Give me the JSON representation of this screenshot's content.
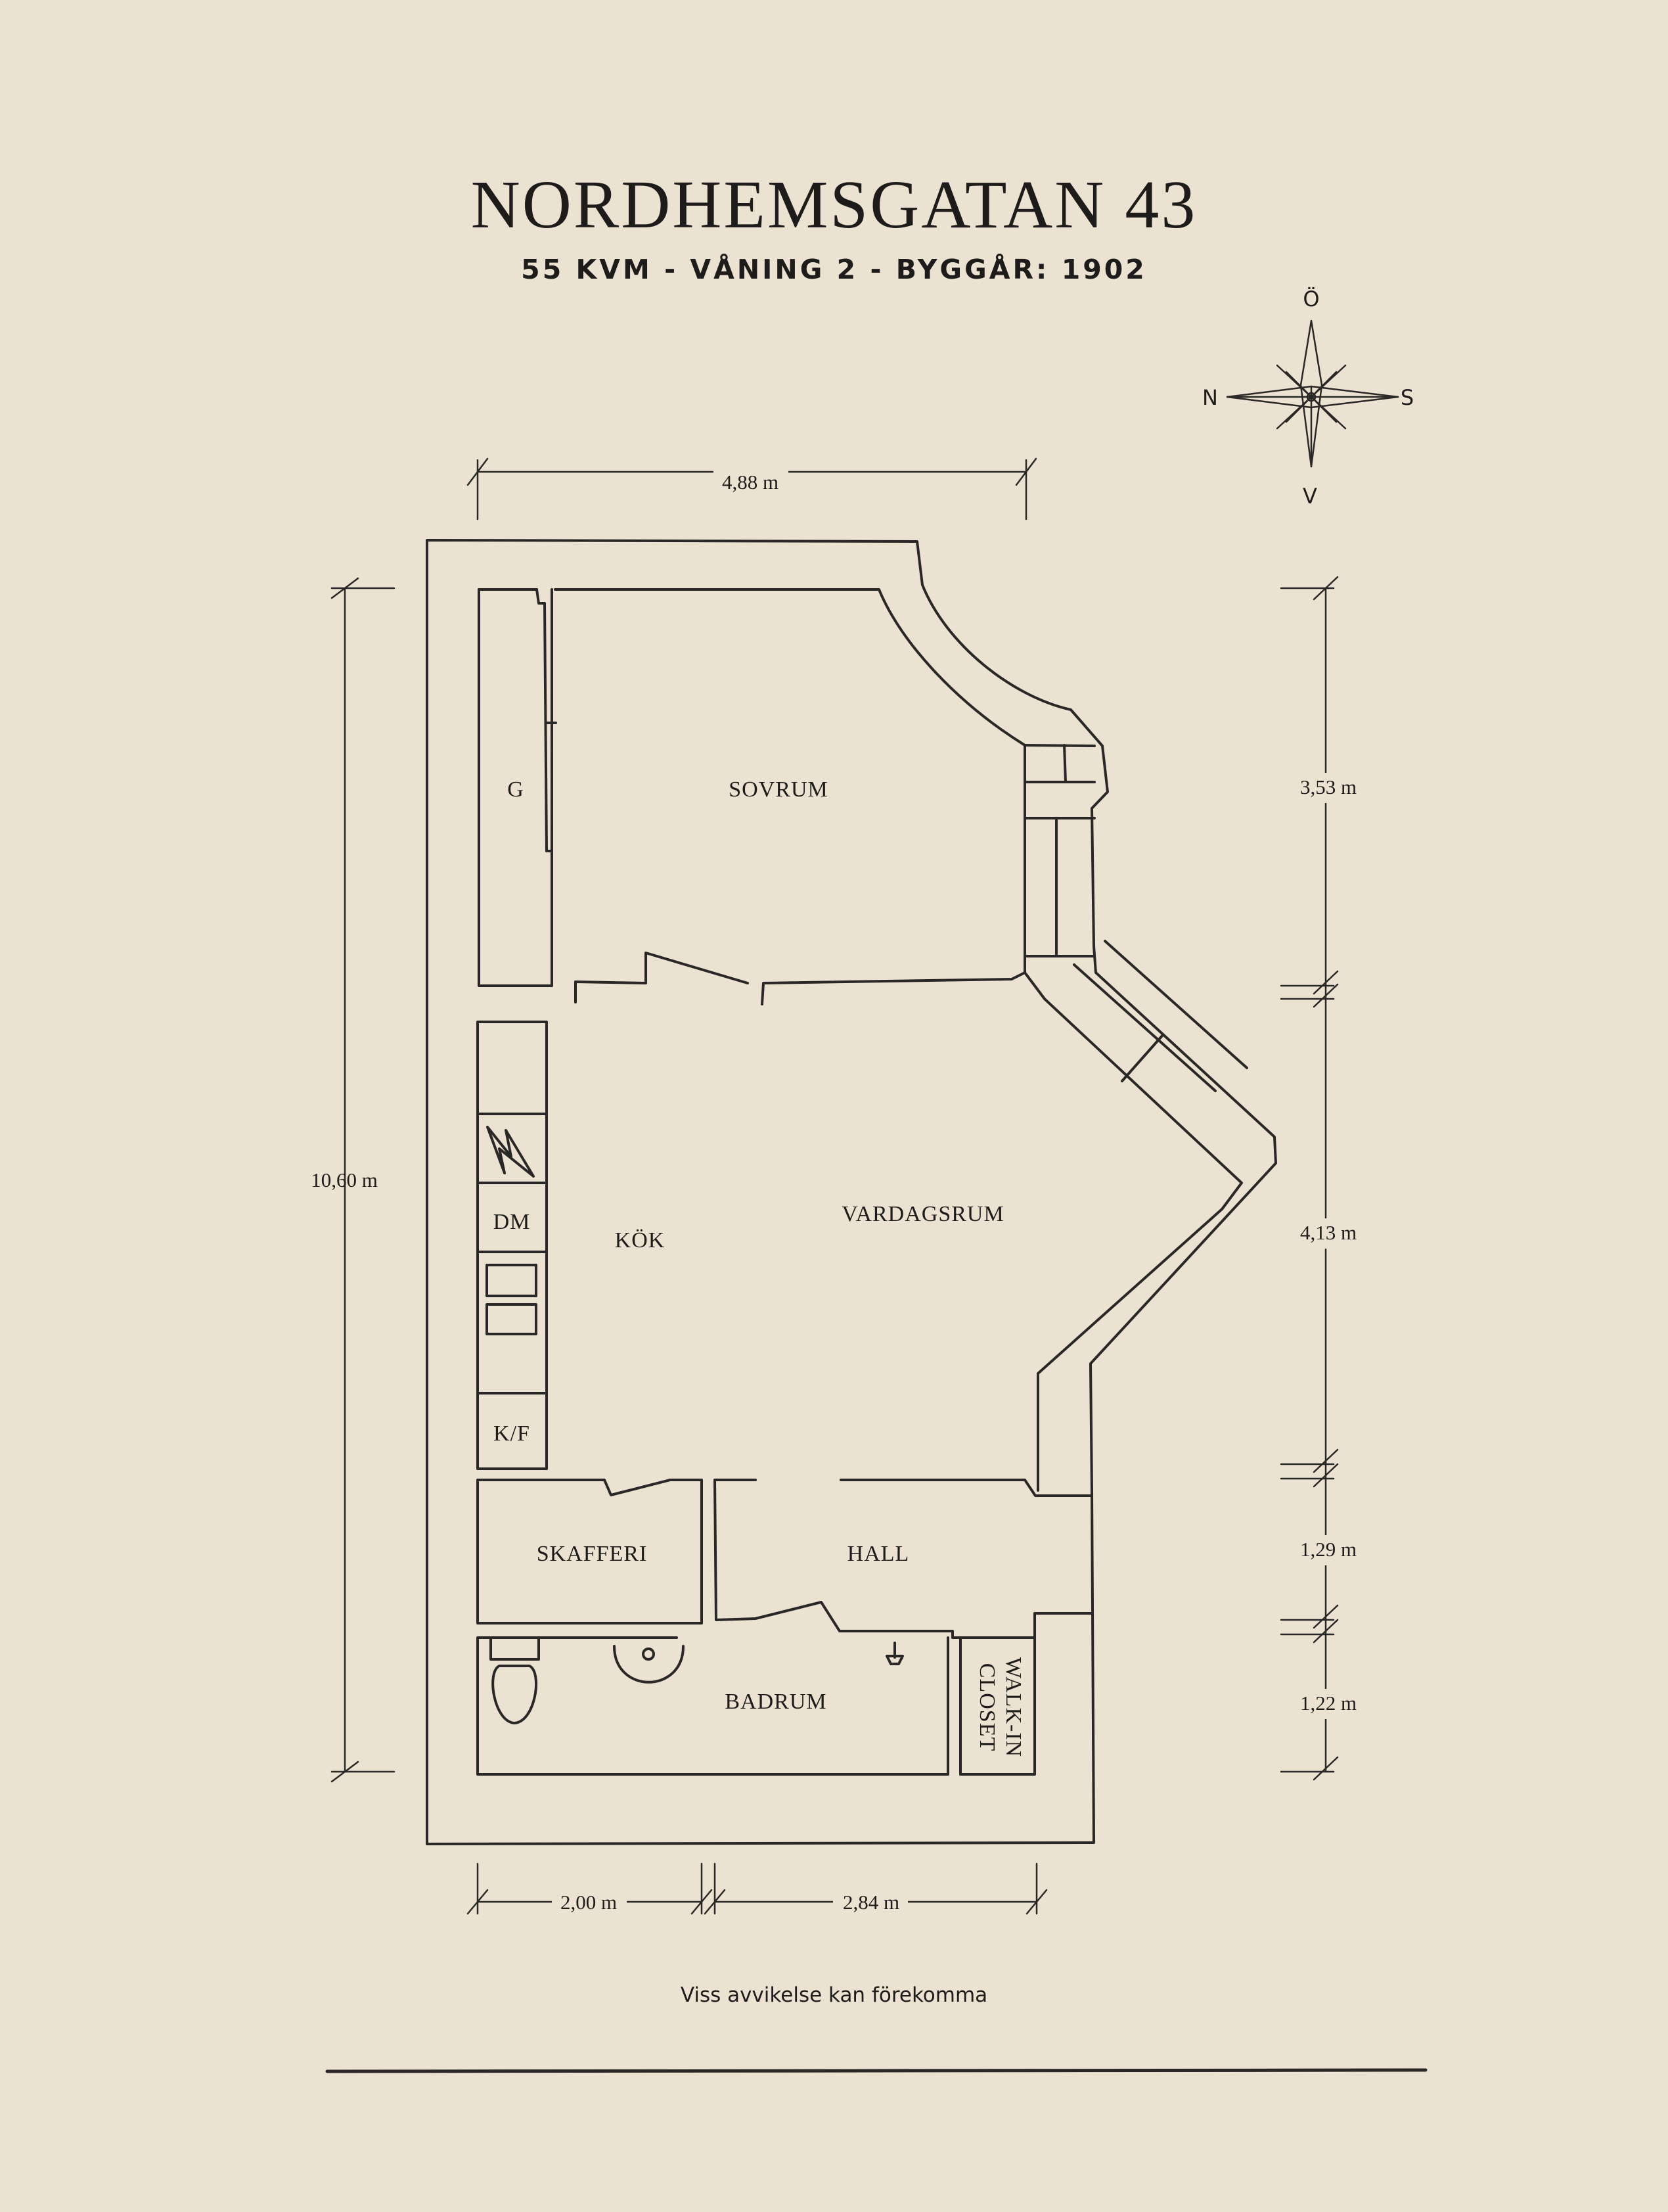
{
  "header": {
    "title": "NORDHEMSGATAN 43",
    "subtitle": "55 KVM  -  VÅNING 2  -  BYGGÅR: 1902"
  },
  "compass": {
    "north": "N",
    "south": "S",
    "east": "Ö",
    "west": "V"
  },
  "rooms": {
    "sovrum": "SOVRUM",
    "wardrobe": "G",
    "kitchen": "KÖK",
    "living": "VARDAGSRUM",
    "dishwasher": "DM",
    "fridge": "K/F",
    "pantry": "SKAFFERI",
    "hall": "HALL",
    "bathroom": "BADRUM",
    "walk_in_line1": "WALK-IN",
    "walk_in_line2": "CLOSET"
  },
  "dimensions": {
    "top_width": "4,88 m",
    "total_height": "10,60 m",
    "right_1": "3,53 m",
    "right_2": "4,13 m",
    "right_3": "1,29 m",
    "right_4": "1,22 m",
    "bottom_left": "2,00 m",
    "bottom_right": "2,84 m"
  },
  "footer": {
    "disclaimer": "Viss avvikelse kan förekomma"
  },
  "colors": {
    "background": "#ebe2d1",
    "ink": "#1e1c1a"
  }
}
